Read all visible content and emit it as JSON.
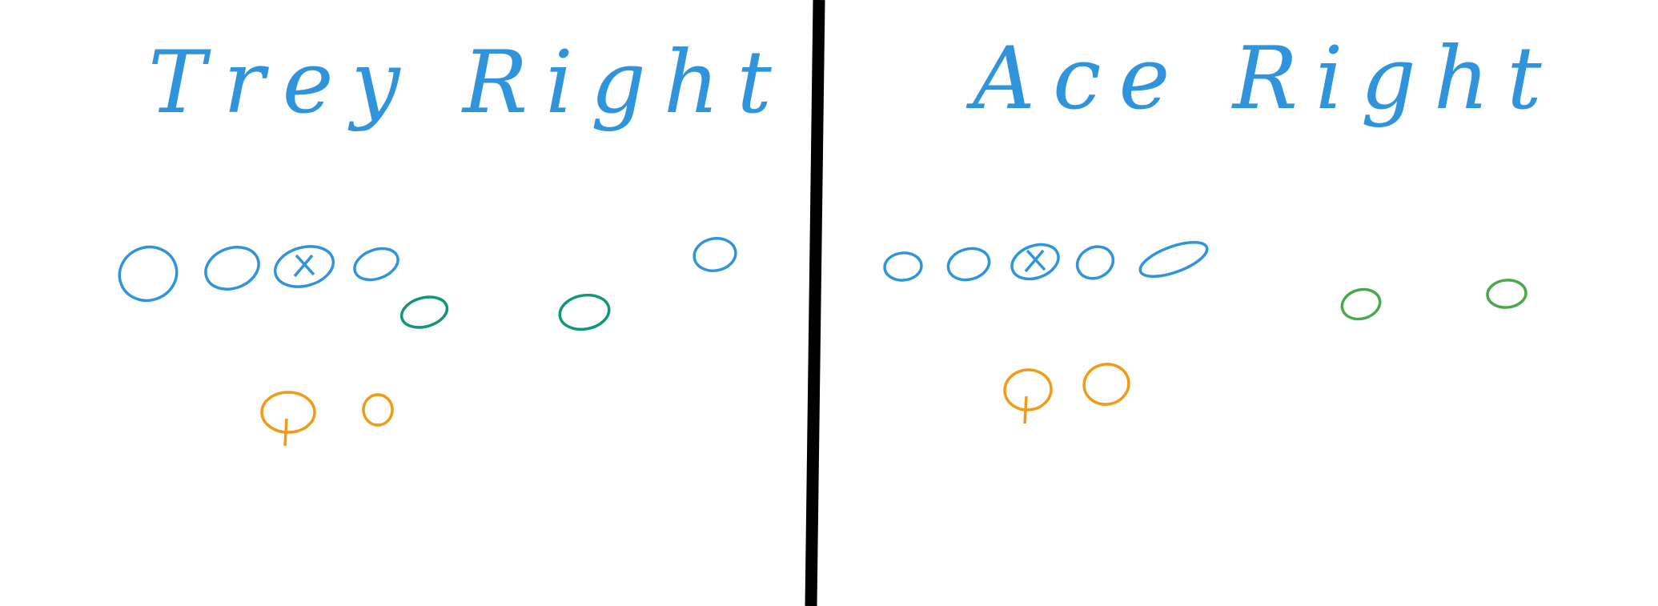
{
  "colors": {
    "background": "#ffffff",
    "divider": "#000000",
    "blue": "#2f94dc",
    "teal": "#119677",
    "green": "#4aa84c",
    "orange": "#f19a16"
  },
  "panels": [
    {
      "title": "Trey Right",
      "marks": [
        {
          "role": "lineman",
          "color": "blue"
        },
        {
          "role": "lineman",
          "color": "blue"
        },
        {
          "role": "center",
          "color": "blue",
          "symbol": "x"
        },
        {
          "role": "lineman",
          "color": "blue"
        },
        {
          "role": "tight-end",
          "color": "teal"
        },
        {
          "role": "receiver",
          "color": "teal"
        },
        {
          "role": "receiver",
          "color": "blue"
        },
        {
          "role": "quarterback",
          "color": "orange",
          "symbol": "Q"
        },
        {
          "role": "back",
          "color": "orange"
        }
      ]
    },
    {
      "title": "Ace Right",
      "marks": [
        {
          "role": "lineman",
          "color": "blue"
        },
        {
          "role": "lineman",
          "color": "blue"
        },
        {
          "role": "center",
          "color": "blue",
          "symbol": "x"
        },
        {
          "role": "lineman",
          "color": "blue"
        },
        {
          "role": "lineman",
          "color": "blue"
        },
        {
          "role": "receiver",
          "color": "green"
        },
        {
          "role": "receiver",
          "color": "green"
        },
        {
          "role": "quarterback",
          "color": "orange",
          "symbol": "Q"
        },
        {
          "role": "back",
          "color": "orange"
        }
      ]
    }
  ]
}
